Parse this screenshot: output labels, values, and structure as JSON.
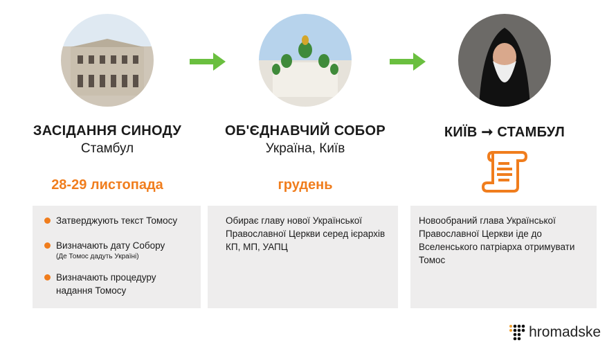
{
  "colors": {
    "accent": "#f07d1d",
    "arrow": "#6abf3f",
    "box": "#eeeded"
  },
  "steps": [
    {
      "image": "building-photo",
      "title": "ЗАСІДАННЯ СИНОДУ",
      "subtitle": "Стамбул",
      "date": "28-29 листопада",
      "items": [
        {
          "text": "Затверджують текст Томосу"
        },
        {
          "text": "Визначають дату Собору",
          "note": "(Де Томос дадуть Україні)"
        },
        {
          "text": "Визначають процедуру надання Томосу"
        }
      ]
    },
    {
      "image": "cathedral-photo",
      "title": "ОБ'ЄДНАВЧИЙ СОБОР",
      "subtitle": "Україна, Київ",
      "date": "грудень",
      "text": "Обирає главу нової Української Православної Церкви серед ієрархів КП, МП, УАПЦ"
    },
    {
      "image": "patriarch-photo",
      "title": "КИЇВ ➞ СТАМБУЛ",
      "icon": "scroll-icon",
      "text": "Новообраний глава Української Православної Церкви іде до Вселенського патріарха отримувати Томос"
    }
  ],
  "logo": "hromadske"
}
